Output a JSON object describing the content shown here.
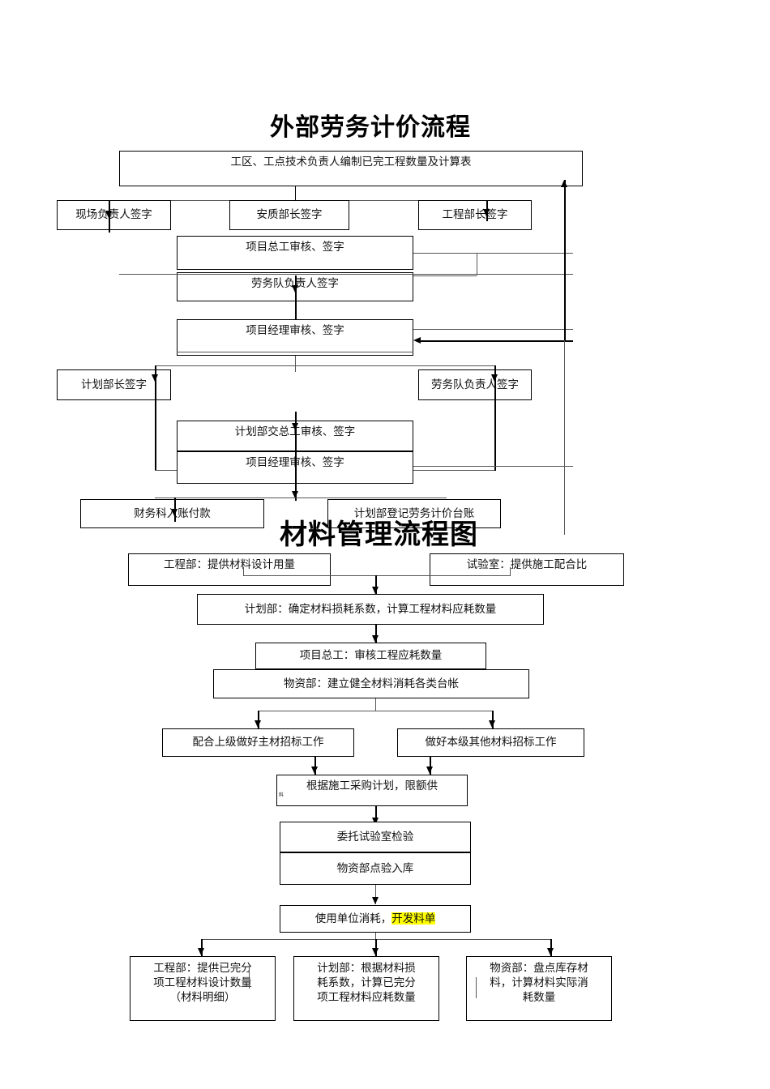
{
  "chart1": {
    "title": "外部劳务计价流程",
    "boxes": {
      "b1": "工区、工点技术负责人编制已完工程数量及计算表",
      "b2": "现场负责人签字",
      "b3": "安质部长签字",
      "b4": "工程部长签字",
      "b5": "项目总工审核、签字",
      "b6": "劳务队负责人签字",
      "b7": "项目经理审核、签字",
      "b8": "计划部长签字",
      "b9": "劳务队负责人签字",
      "b10": "计划部交总工审核、签字",
      "b11": "项目经理审核、签字",
      "b12": "财务科入账付款",
      "b13": "计划部登记劳务计价台账"
    }
  },
  "chart2": {
    "title": "材料管理流程图",
    "boxes": {
      "c1": "工程部：提供材料设计用量",
      "c2": "试验室：提供施工配合比",
      "c3": "计划部：确定材料损耗系数，计算工程材料应耗数量",
      "c4": "项目总工：审核工程应耗数量",
      "c5": "物资部：建立健全材料消耗各类台帐",
      "c6": "配合上级做好主材招标工作",
      "c7": "做好本级其他材料招标工作",
      "c8_line1": "根据施工采购计划，限额供",
      "c8_line2": "料",
      "c9": "委托试验室检验",
      "c10": "物资部点验入库",
      "c11_prefix": "使用单位消耗，",
      "c11_highlight": "开发料单",
      "c12_line1": "工程部：提供已完分",
      "c12_line2": "项工程材料设计数量",
      "c12_line3": "（材料明细）",
      "c13_line1": "计划部：根据材料损",
      "c13_line2": "耗系数，计算已完分",
      "c13_line3": "项工程材料应耗数量",
      "c14_line1": "物资部：盘点库存材",
      "c14_line2": "料，计算材料实际消",
      "c14_line3": "耗数量"
    }
  },
  "colors": {
    "highlight": "#ffff00",
    "line": "#000000",
    "background": "#ffffff"
  }
}
